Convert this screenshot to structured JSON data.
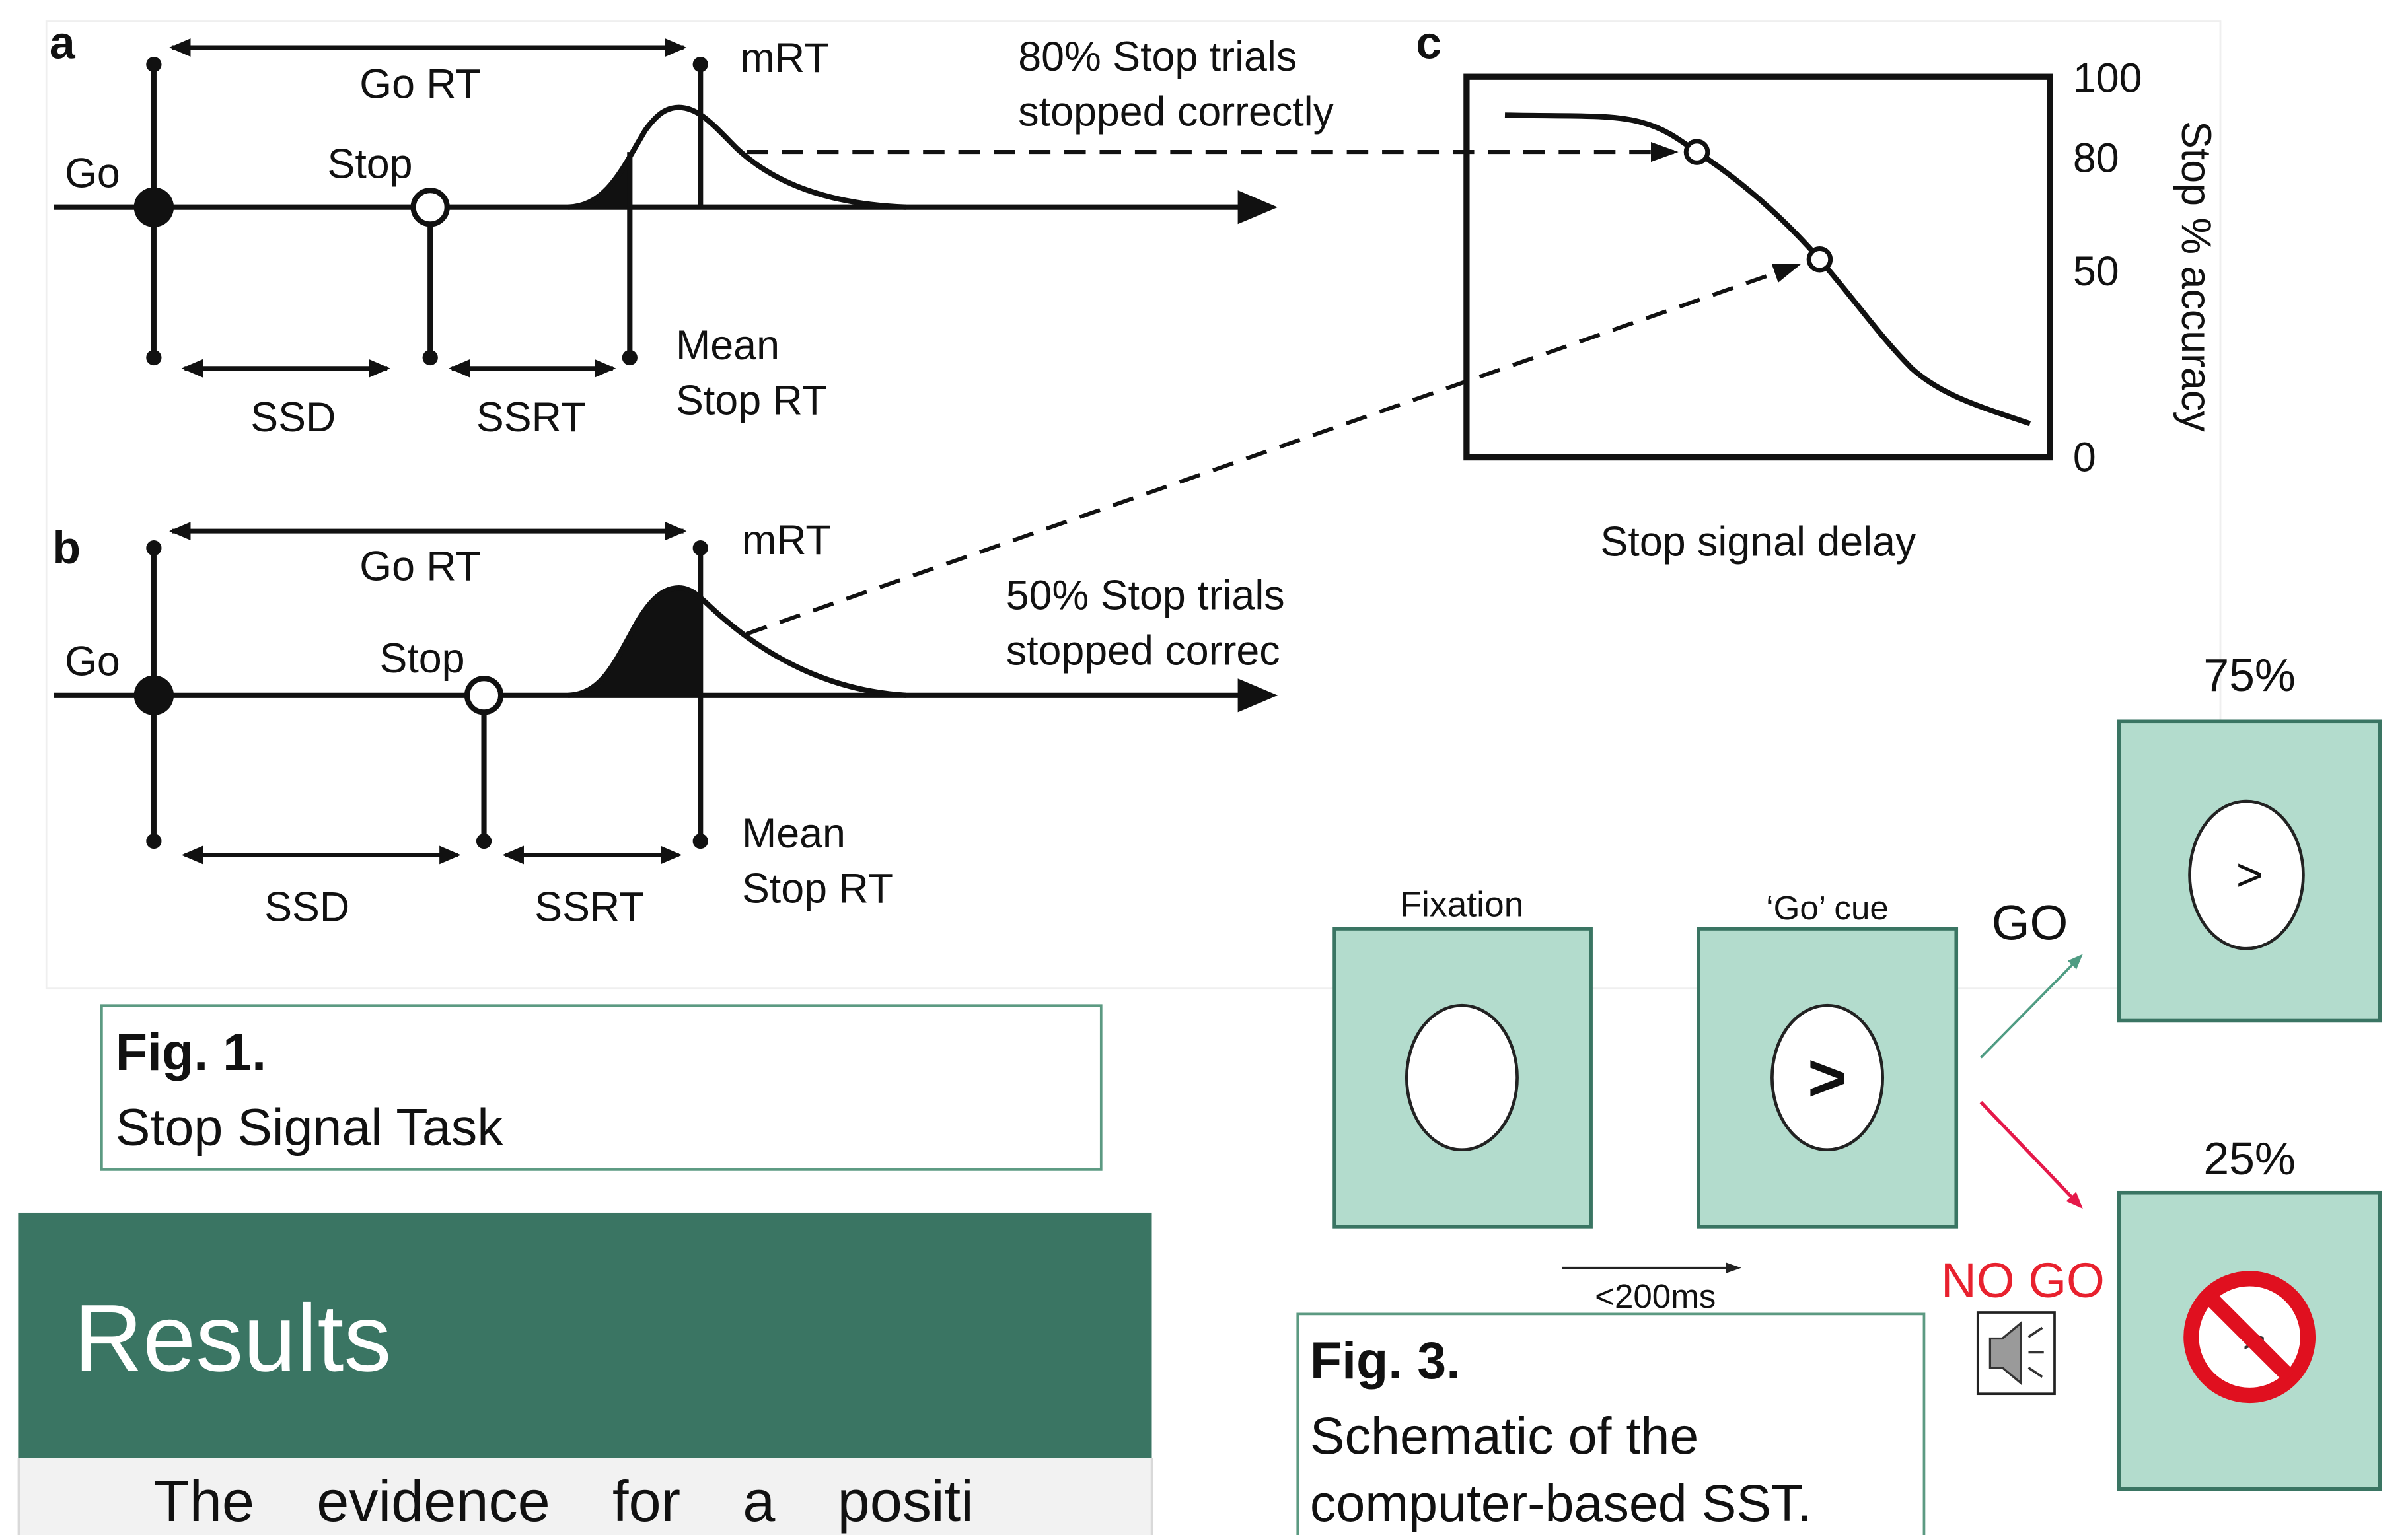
{
  "figure1": {
    "panel_a": {
      "label": "a",
      "go": "Go",
      "go_rt": "Go RT",
      "mrt": "mRT",
      "stop": "Stop",
      "ssd": "SSD",
      "ssrt": "SSRT",
      "mean_stop_rt_line1": "Mean",
      "mean_stop_rt_line2": "Stop RT",
      "outcome_line1": "80% Stop trials",
      "outcome_line2": "stopped correctly"
    },
    "panel_b": {
      "label": "b",
      "go": "Go",
      "go_rt": "Go RT",
      "mrt": "mRT",
      "stop": "Stop",
      "ssd": "SSD",
      "ssrt": "SSRT",
      "mean_stop_rt_line1": "Mean",
      "mean_stop_rt_line2": "Stop RT",
      "outcome_line1": "50% Stop trials",
      "outcome_line2": "stopped correc"
    },
    "panel_c": {
      "label": "c",
      "y_axis_label": "Stop % accuracy",
      "x_axis_label": "Stop signal delay",
      "y_ticks": [
        "100",
        "80",
        "50",
        "0"
      ]
    },
    "caption": {
      "title": "Fig. 1.",
      "text": "Stop Signal Task"
    }
  },
  "results": {
    "heading": "Results",
    "body_first_line": "The evidence for a positi"
  },
  "figure3": {
    "fixation_label": "Fixation",
    "go_cue_label": "‘Go’ cue",
    "go_cue_symbol": ">",
    "go_label": "GO",
    "go_probability": "75%",
    "go_screen_symbol": ">",
    "no_go_label": "NO GO",
    "no_go_probability": "25%",
    "no_go_screen_symbol": ">",
    "cue_interval": "<200ms",
    "caption": {
      "title": "Fig. 3.",
      "line1": "Schematic of the",
      "line2": "computer-based SST."
    },
    "icons": {
      "sound": "speaker-icon",
      "stop": "no-entry-icon"
    }
  },
  "colors": {
    "accent": "#3a7563",
    "screen": "#b3dccd",
    "screen_stroke": "#3a7563",
    "caption_border": "#5c9a82",
    "go_arrow": "#4f9c83",
    "no_go": "#e8212e",
    "no_go_arrow": "#e5194a",
    "no_entry": "#e0101f"
  }
}
